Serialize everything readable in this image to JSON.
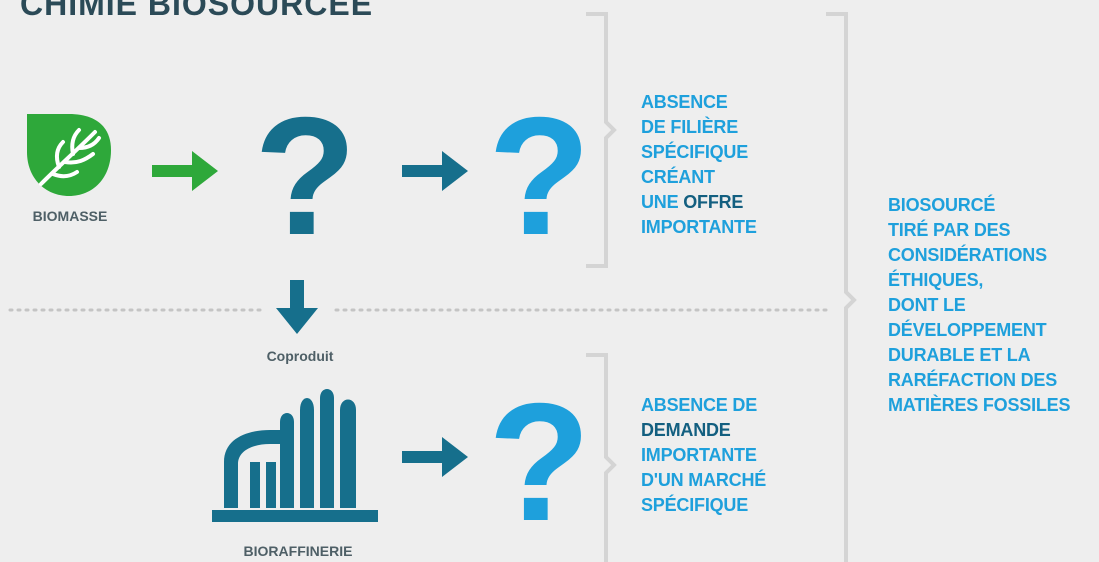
{
  "title": "CHIMIE BIOSOURCÉE",
  "labels": {
    "biomasse": "BIOMASSE",
    "coproduit": "Coproduit",
    "bioraffinerie": "BIORAFFINERIE"
  },
  "question_mark": "?",
  "notes": {
    "offre": {
      "pre": "ABSENCE\nDE FILIÈRE\nSPÉCIFIQUE\nCRÉANT\nUNE ",
      "em": "OFFRE",
      "post": "\nIMPORTANTE"
    },
    "demande": {
      "pre": "ABSENCE DE\n",
      "em": "DEMANDE",
      "post": "\nIMPORTANTE\nD'UN MARCHÉ\nSPÉCIFIQUE"
    },
    "conclusion": "BIOSOURCÉ\nTIRÉ PAR DES\nCONSIDÉRATIONS\nÉTHIQUES,\nDONT LE\nDÉVELOPPEMENT\nDURABLE ET LA\nRARÉFACTION DES\nMATIÈRES FOSSILES"
  },
  "colors": {
    "green": "#2ea83a",
    "teal": "#166f8c",
    "light_blue": "#1ea0dc",
    "bracket": "#d4d4d4",
    "dots": "#c4c4c4"
  },
  "icons": {
    "biomass": "leaf-icon",
    "biorefinery": "factory-icon"
  }
}
